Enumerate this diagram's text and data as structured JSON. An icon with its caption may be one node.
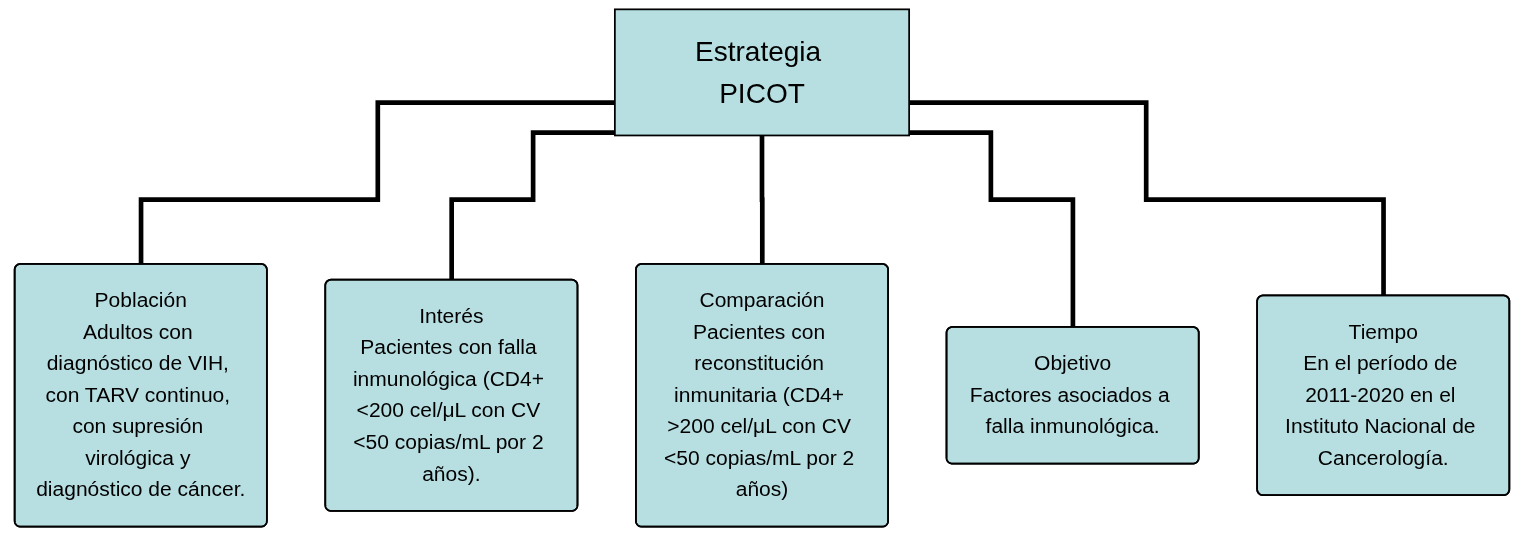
{
  "diagram": {
    "nodes": [
      {
        "text": [
          "Estrategia PICOT"
        ]
      },
      {
        "text": [
          "Población",
          "Adultos con diagnóstico de VIH, con TARV continuo, con supresión virológica y diagnóstico de cáncer."
        ]
      },
      {
        "text": [
          "Interés",
          "Pacientes con falla inmunológica (CD4+ <200 cel/μL con CV <50 copias/mL por 2 años)."
        ]
      },
      {
        "text": [
          "Comparación",
          "Pacientes con reconstitución inmunitaria (CD4+ >200 cel/μL con CV <50 copias/mL por 2 años)"
        ]
      },
      {
        "text": [
          "Objetivo",
          "Factores asociados a falla inmunológica."
        ]
      },
      {
        "text": [
          "Tiempo",
          "En el período de 2011-2020 en el Instituto Nacional de Cancerología."
        ]
      }
    ],
    "edges": [
      {
        "from": 0,
        "to": 1,
        "arrow": "none"
      },
      {
        "from": 0,
        "to": 2,
        "arrow": "none"
      },
      {
        "from": 0,
        "to": 3,
        "arrow": "none"
      },
      {
        "from": 0,
        "to": 4,
        "arrow": "none"
      },
      {
        "from": 0,
        "to": 5,
        "arrow": "none"
      }
    ]
  }
}
